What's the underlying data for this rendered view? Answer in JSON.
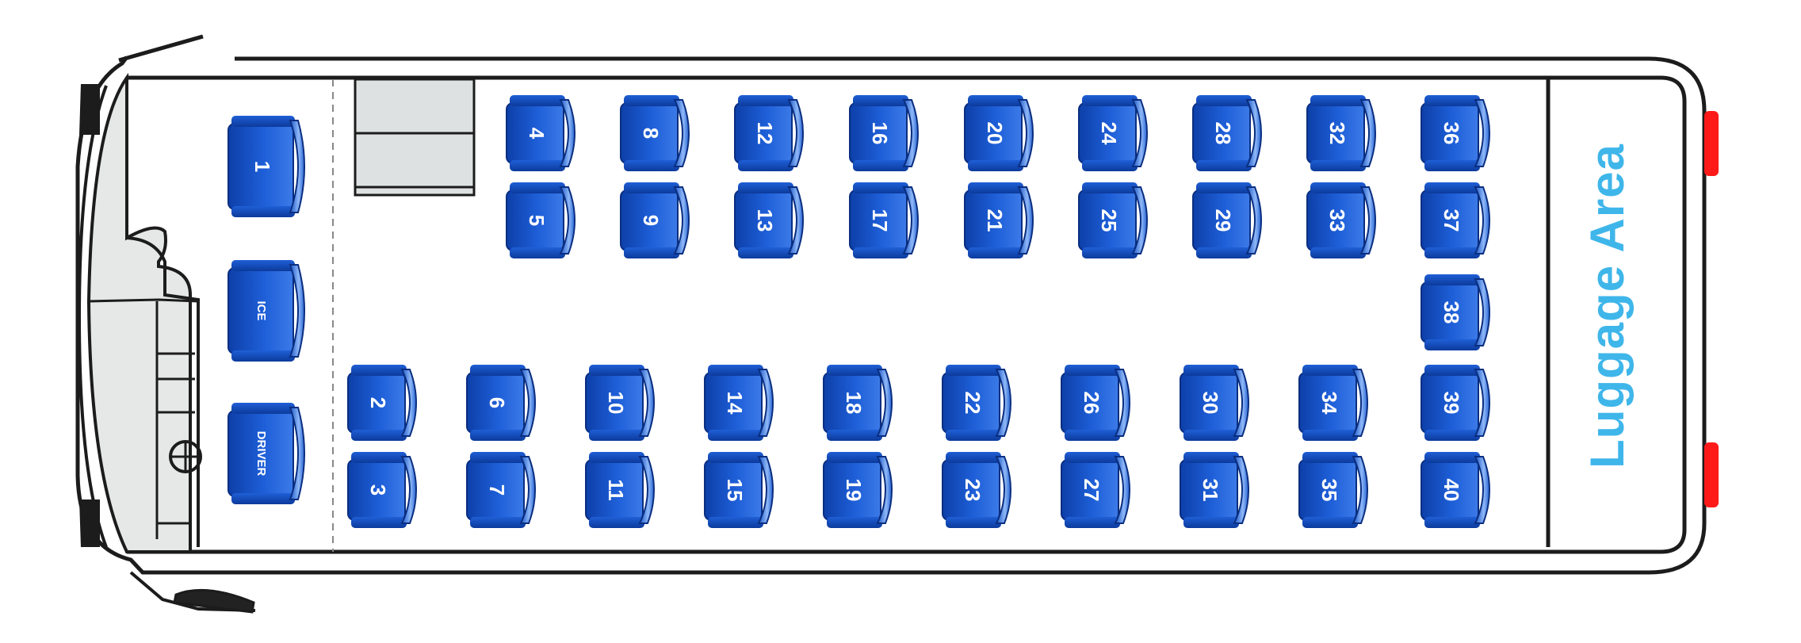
{
  "colors": {
    "seat_dark": "#0d3fa8",
    "seat_mid": "#1e5fd8",
    "seat_light": "#6ea2f4",
    "seat_edge": "#0a2e80",
    "luggage_text": "#3fb6ea",
    "tail_lights": "#ff1a1a",
    "outline": "#1c1c1c",
    "front_panel": "#e6e8e8"
  },
  "front_seats": [
    {
      "id": "seat-1",
      "label": "1"
    },
    {
      "id": "seat-ice",
      "label": "ICE"
    },
    {
      "id": "seat-driver",
      "label": "DRIVER"
    }
  ],
  "upper_rows": [
    [
      "4",
      "8",
      "12",
      "16",
      "20",
      "24",
      "28",
      "32",
      "36"
    ],
    [
      "5",
      "9",
      "13",
      "17",
      "21",
      "25",
      "29",
      "33",
      "37"
    ]
  ],
  "middle_seat": "38",
  "lower_rows": [
    [
      "2",
      "6",
      "10",
      "14",
      "18",
      "22",
      "26",
      "30",
      "34",
      "39"
    ],
    [
      "3",
      "7",
      "11",
      "15",
      "19",
      "23",
      "27",
      "31",
      "35",
      "40"
    ]
  ],
  "luggage_area": "Luggage Area"
}
